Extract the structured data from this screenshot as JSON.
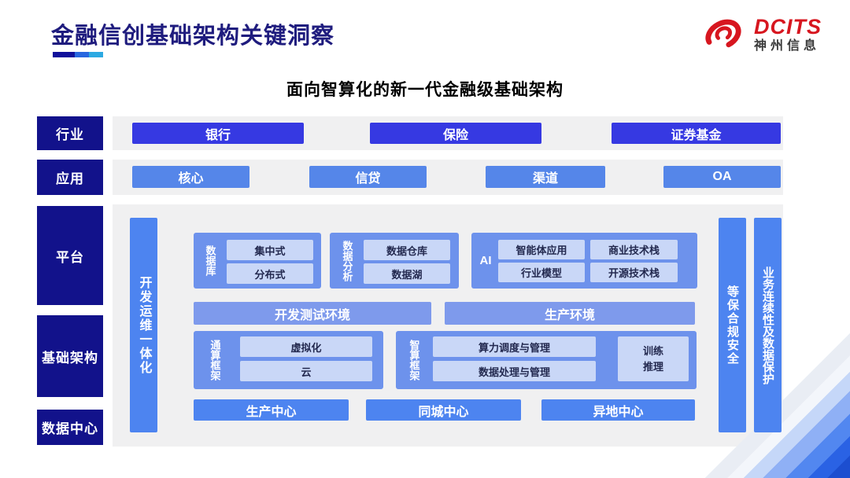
{
  "header": {
    "title": "金融信创基础架构关键洞察",
    "logo_brand": "DCITS",
    "logo_company": "神州信息"
  },
  "subtitle": "面向智算化的新一代金融级基础架构",
  "diagram": {
    "industry_row": {
      "label": "行业",
      "items": [
        "银行",
        "保险",
        "证券基金"
      ]
    },
    "application_row": {
      "label": "应用",
      "items": [
        "核心",
        "信贷",
        "渠道",
        "OA"
      ]
    },
    "platform_label": "平台",
    "infrastructure_label": "基础架构",
    "datacenter_label": "数据中心",
    "devops_bar": "开发运维一体化",
    "database_group": {
      "label": "数据库",
      "items": [
        "集中式",
        "分布式"
      ]
    },
    "analytics_group": {
      "label": "数据分析",
      "items": [
        "数据仓库",
        "数据湖"
      ]
    },
    "ai_group": {
      "label": "AI",
      "items": [
        "智能体应用",
        "商业技术栈",
        "行业模型",
        "开源技术栈"
      ]
    },
    "env_bars": [
      "开发测试环境",
      "生产环境"
    ],
    "general_compute_group": {
      "label": "通算框架",
      "items": [
        "虚拟化",
        "云"
      ]
    },
    "intelligent_compute_group": {
      "label": "智算框架",
      "items": [
        "算力调度与管理",
        "数据处理与管理"
      ],
      "side_item": "训练\n推理"
    },
    "centers": [
      "生产中心",
      "同城中心",
      "异地中心"
    ],
    "security_bar": "等保合规安全",
    "continuity_bar": "业务连续性及数据保护"
  },
  "colors": {
    "brand_red": "#D7161F",
    "title_navy": "#1F1C7E",
    "label_navy": "#12128B",
    "industry_blue": "#3639E2",
    "application_blue": "#5586E9",
    "bar_blue": "#4D84F0",
    "group_blue": "#6D92EC",
    "env_blue": "#7E9AEC",
    "inner_blue": "#C9D7F7",
    "panel_gray": "#F0F0F1"
  }
}
